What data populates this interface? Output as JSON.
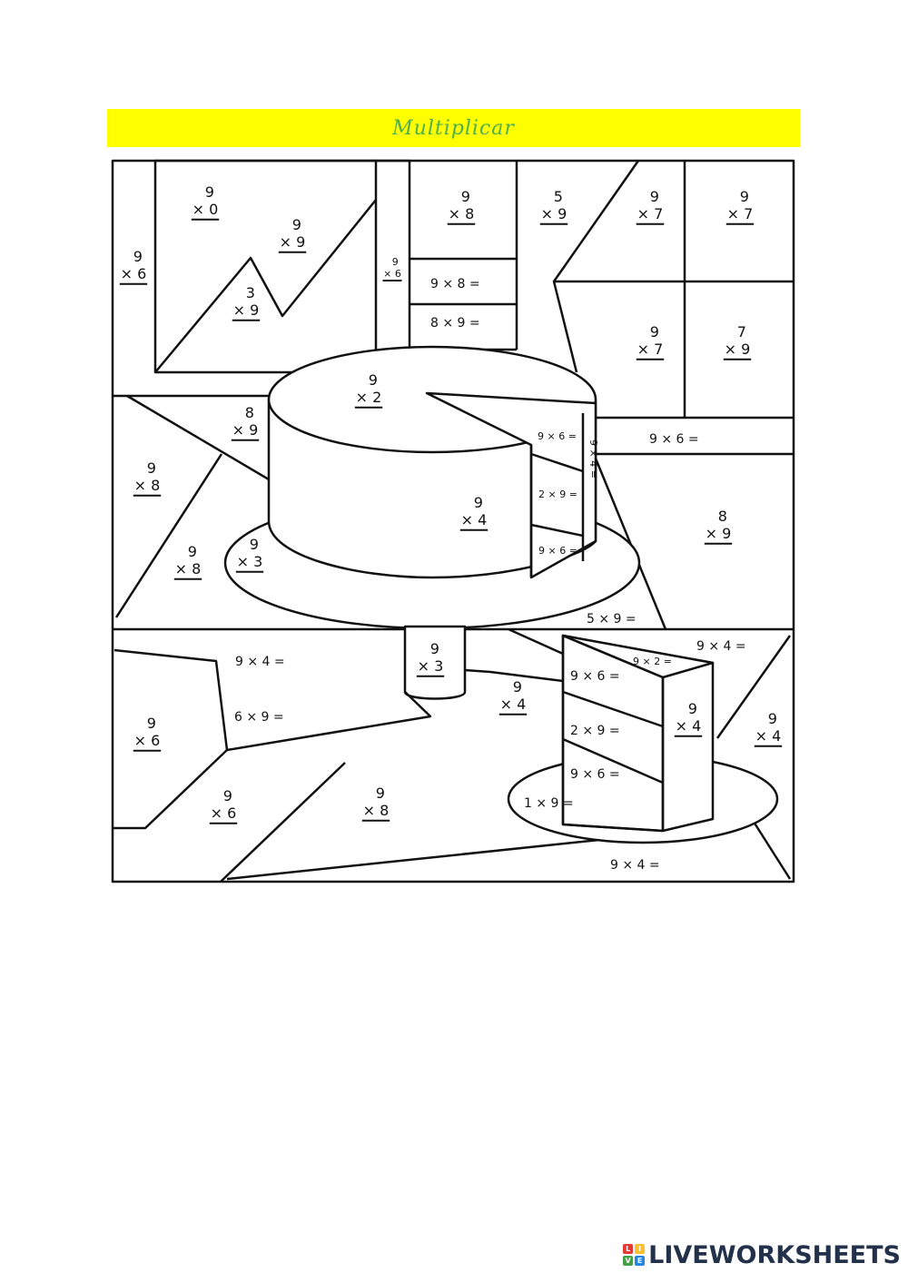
{
  "title": "Multiplicar",
  "colors": {
    "banner": "#ffff00",
    "title_text": "#4caf50",
    "logo_text": "#23324a",
    "logo_tiles": [
      "#e53935",
      "#fbc02d",
      "#43a047",
      "#1e88e5"
    ]
  },
  "problems": [
    {
      "top": "9",
      "bottom": "× 0"
    },
    {
      "top": "9",
      "bottom": "× 9"
    },
    {
      "top": "9",
      "bottom": "× 6"
    },
    {
      "top": "3",
      "bottom": "× 9"
    },
    {
      "top": "9",
      "bottom": "× 6"
    },
    {
      "top": "9",
      "bottom": "× 8"
    },
    {
      "top": "5",
      "bottom": "× 9"
    },
    {
      "top": "9",
      "bottom": "× 7"
    },
    {
      "top": "9",
      "bottom": "× 7"
    },
    {
      "top": "9",
      "bottom": "× 7"
    },
    {
      "top": "7",
      "bottom": "× 9"
    },
    {
      "top": "9",
      "bottom": "× 2"
    },
    {
      "top": "8",
      "bottom": "× 9"
    },
    {
      "top": "9",
      "bottom": "× 8"
    },
    {
      "top": "9",
      "bottom": "× 4"
    },
    {
      "top": "9",
      "bottom": "× 3"
    },
    {
      "top": "9",
      "bottom": "× 8"
    },
    {
      "top": "8",
      "bottom": "× 9"
    },
    {
      "top": "9",
      "bottom": "× 3"
    },
    {
      "top": "9",
      "bottom": "× 4"
    },
    {
      "top": "9",
      "bottom": "× 4"
    },
    {
      "top": "9",
      "bottom": "× 4"
    },
    {
      "top": "9",
      "bottom": "× 6"
    },
    {
      "top": "9",
      "bottom": "× 6"
    },
    {
      "top": "9",
      "bottom": "× 8"
    }
  ],
  "equations": [
    "9 × 8 =",
    "8 × 9 =",
    "9 × 6 =",
    "9 × 4 =",
    "2 × 9 =",
    "9 × 6 =",
    "9 × 6 =",
    "5 × 9 =",
    "9 × 4 =",
    "9 × 4 =",
    "6 × 9 =",
    "9 × 2 =",
    "9 × 6 =",
    "2 × 9 =",
    "9 × 6 =",
    "1 × 9 =",
    "9 × 4 ="
  ],
  "footer": {
    "logo_text": "LIVEWORKSHEETS",
    "logo_tile_letters": [
      "L",
      "I",
      "V",
      "E"
    ]
  }
}
